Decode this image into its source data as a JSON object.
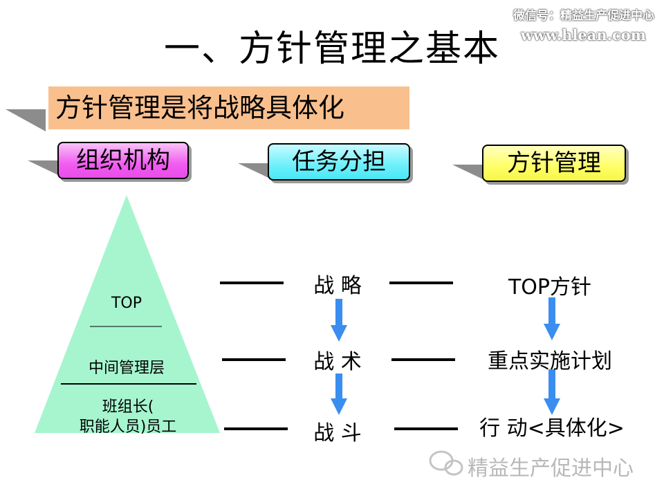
{
  "title": "一、方针管理之基本",
  "watermark": {
    "line1": "微信号：精益生产促进中心",
    "line2": "www.hlean.com"
  },
  "headline": "方针管理是将战略具体化",
  "columns": {
    "organization": "组织机构",
    "task": "任务分担",
    "policy": "方针管理"
  },
  "pyramid": {
    "top": "TOP",
    "middle": "中间管理层",
    "bottom_line1": "班组长(",
    "bottom_line2": "职能人员)员工"
  },
  "levels": {
    "strategy": "战 略",
    "tactics": "战 术",
    "combat": "战 斗"
  },
  "policy_levels": {
    "top_policy": "TOP方针",
    "key_plan": "重点实施计划",
    "action": "行 动<具体化>"
  },
  "footer": "精益生产促进中心",
  "colors": {
    "headline_bg": "#f9c08e",
    "pyramid": "#a6f5cf",
    "arrow": "#3a8ef0",
    "box_magenta": "#f25cf1",
    "box_cyan": "#6df0fb",
    "box_yellow": "#ffff66"
  }
}
